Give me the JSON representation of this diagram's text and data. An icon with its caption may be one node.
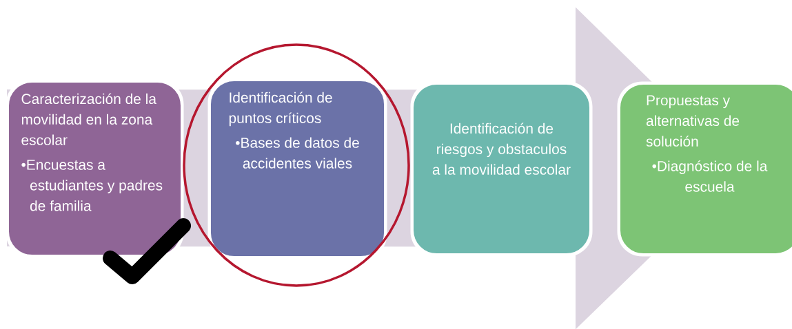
{
  "diagram": {
    "nodes": [
      {
        "text": [
          "Caracterización de la movilidad en la zona escolar",
          "•Encuestas a estudiantes y padres de familia"
        ]
      },
      {
        "text": [
          "Identificación de puntos críticos",
          "•Bases de datos de accidentes viales"
        ]
      },
      {
        "text": [
          "Identificación de riesgos y obstaculos a la movilidad escolar"
        ]
      },
      {
        "text": [
          "Propuestas y alternativas de solución",
          "•Diagnóstico de la escuela"
        ]
      }
    ],
    "edges": [
      {
        "from": 0,
        "to": 3,
        "arrow": "to"
      }
    ]
  }
}
